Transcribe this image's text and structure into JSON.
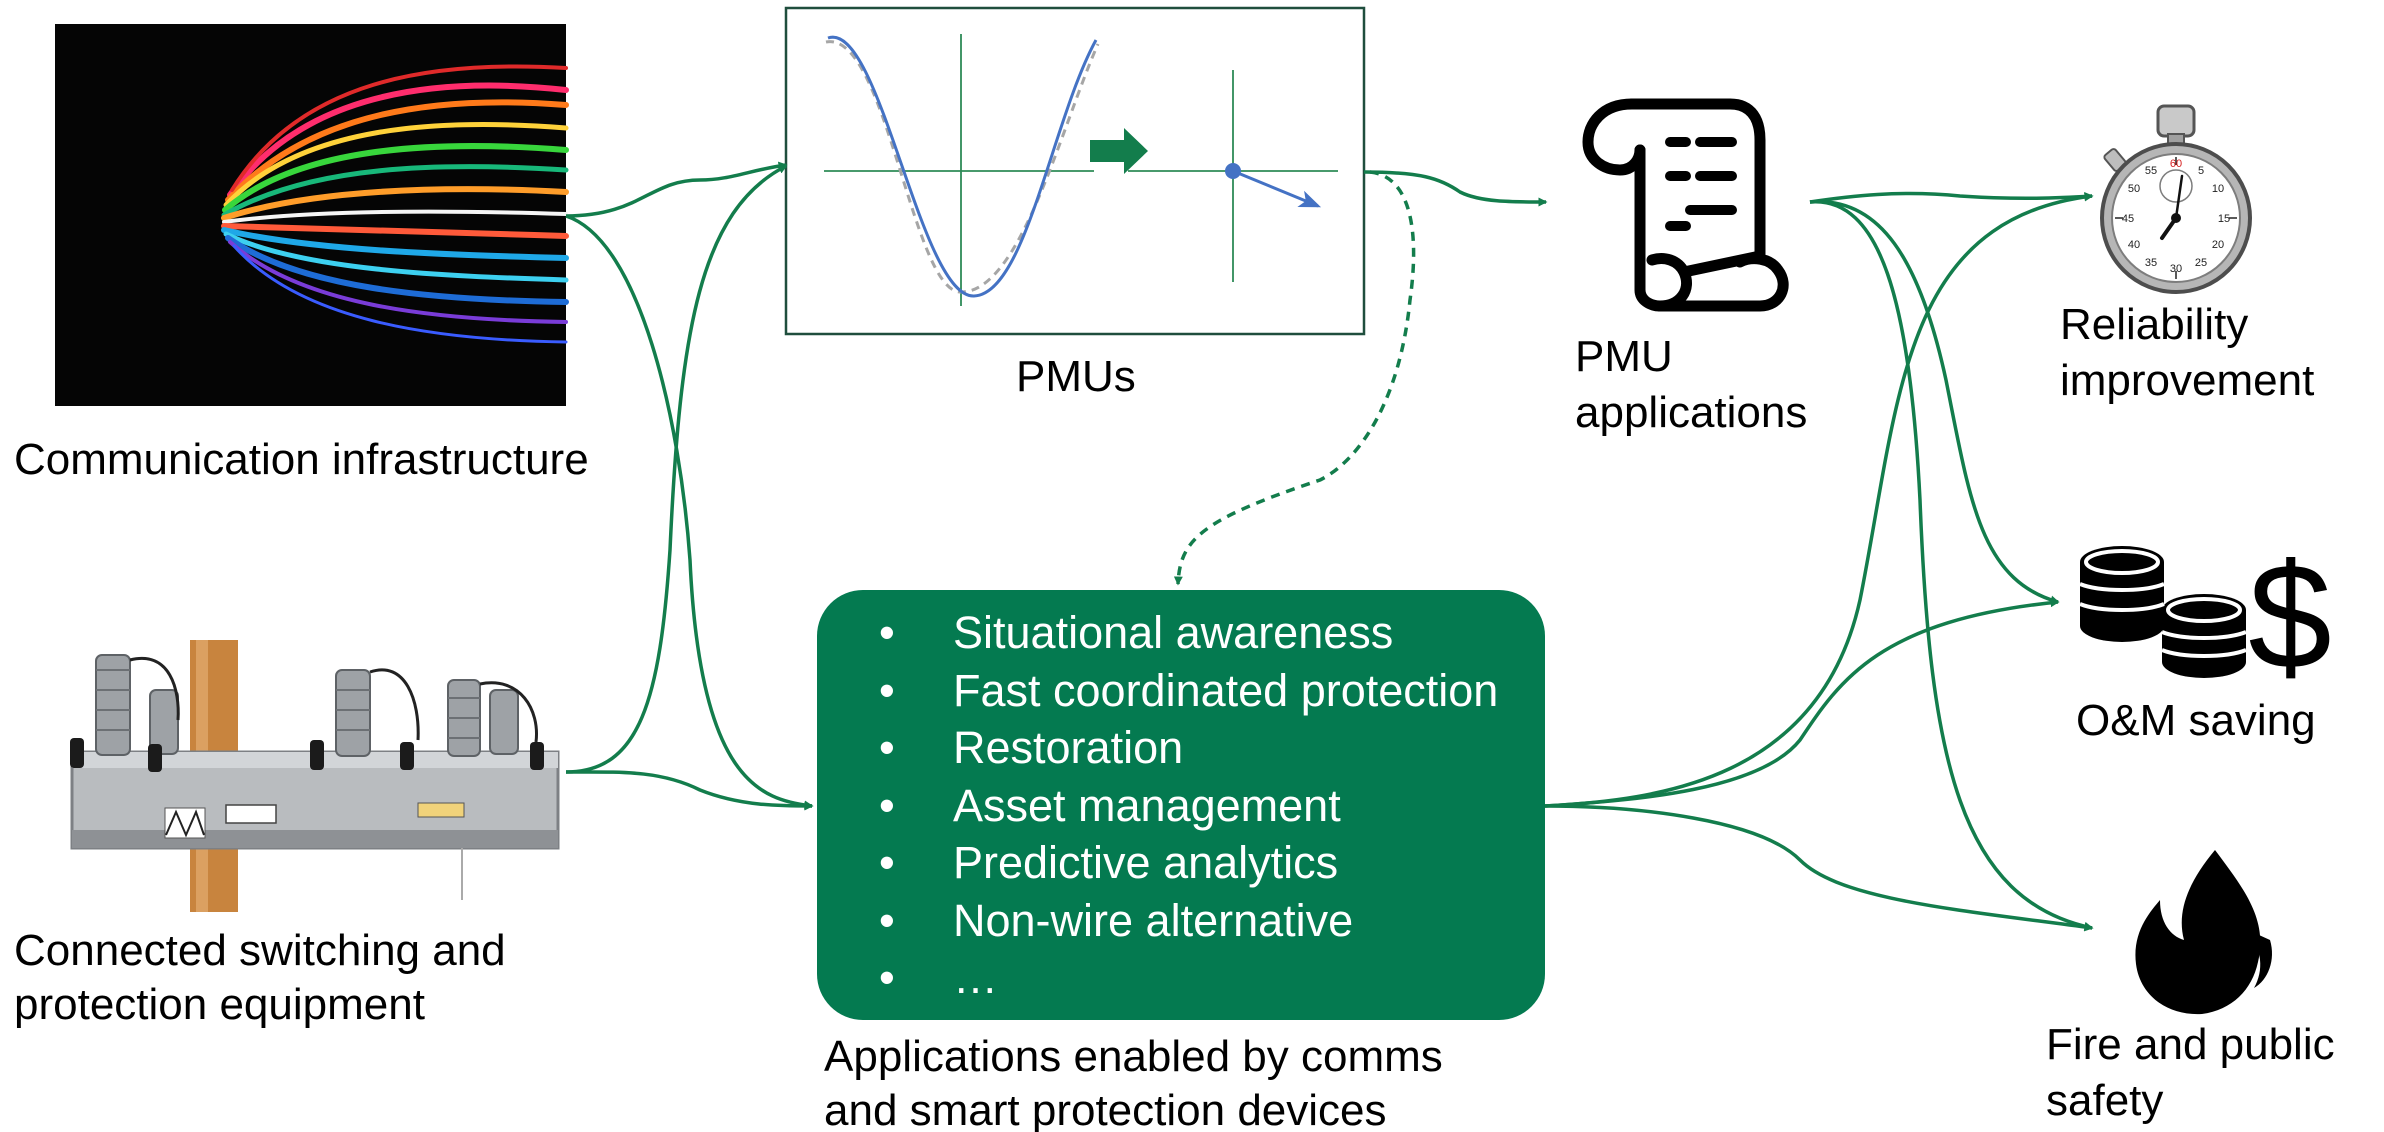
{
  "colors": {
    "flow_green": "#137d4c",
    "box_green": "#047a50",
    "wave_blue": "#4472c4",
    "wave_gray": "#a6a6a6"
  },
  "nodes": {
    "communication": {
      "label": "Communication infrastructure"
    },
    "switching": {
      "line1": "Connected switching and",
      "line2": "protection equipment"
    },
    "pmus": {
      "label": "PMUs"
    },
    "pmu_apps": {
      "line1": "PMU",
      "line2": "applications"
    },
    "reliability": {
      "line1": "Reliability",
      "line2": "improvement",
      "icon": "stopwatch-icon"
    },
    "om_saving": {
      "label": "O&M saving",
      "icon": "coins-dollar-icon"
    },
    "fire": {
      "line1": "Fire and public",
      "line2": "safety",
      "icon": "flame-icon"
    }
  },
  "applications": {
    "bullet": "•",
    "items": [
      "Situational awareness",
      "Fast coordinated protection",
      "Restoration",
      "Asset management",
      "Predictive analytics",
      "Non-wire alternative",
      "…"
    ],
    "caption_line1": "Applications enabled by comms",
    "caption_line2": "and smart protection devices"
  },
  "stopwatch": {
    "dial_numbers": [
      "60",
      "5",
      "10",
      "15",
      "20",
      "25",
      "30",
      "35",
      "40",
      "45",
      "50",
      "55"
    ]
  }
}
